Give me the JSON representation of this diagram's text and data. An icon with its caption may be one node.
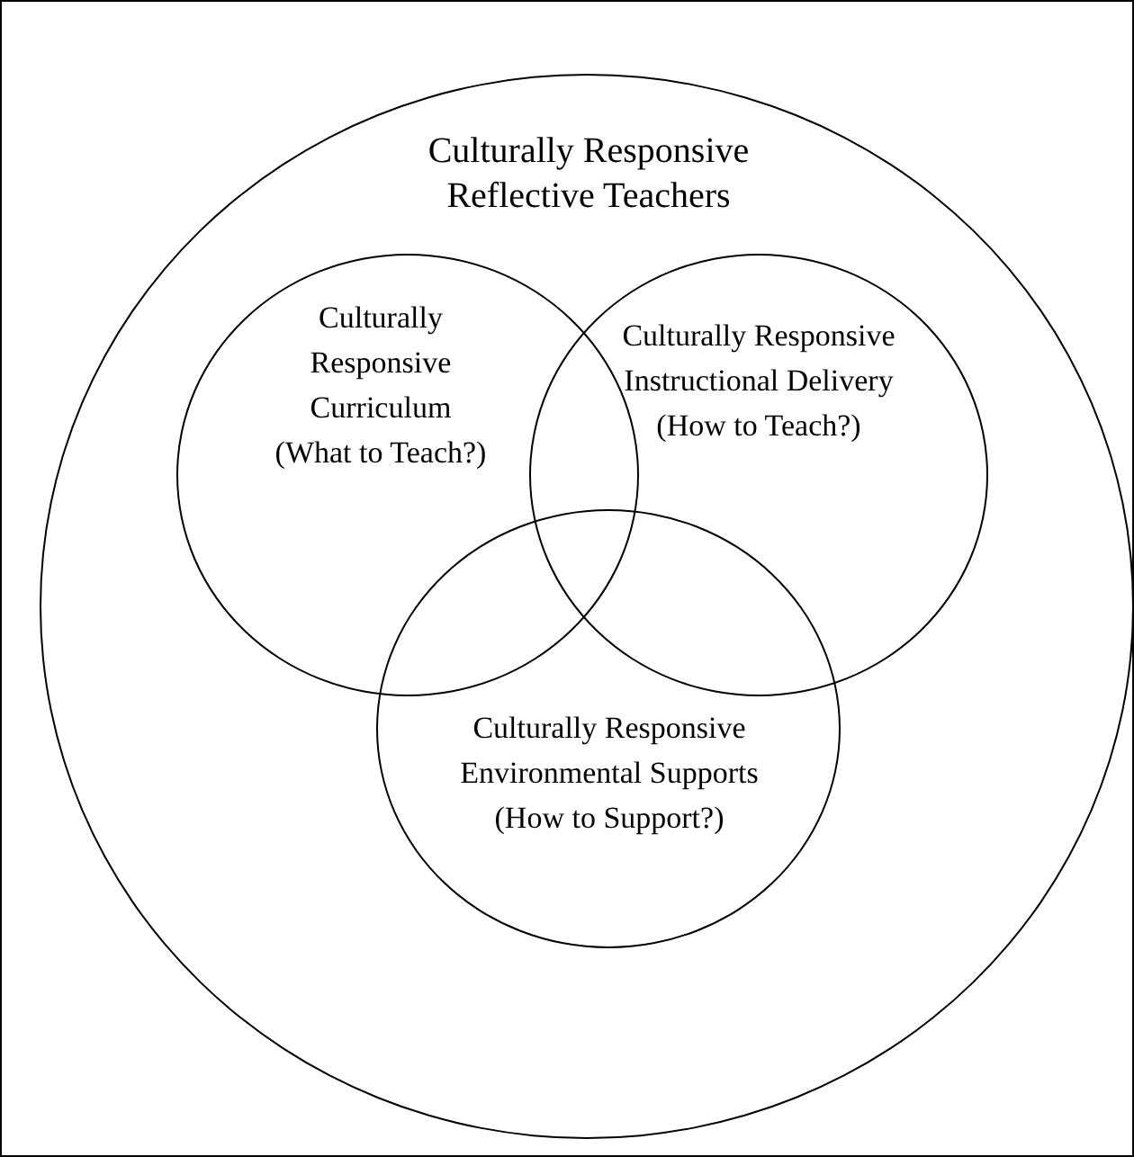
{
  "diagram": {
    "nodes": [
      {
        "text": [
          "Culturally Responsive Reflective Teachers"
        ]
      },
      {
        "text": [
          "Culturally Responsive Curriculum",
          "(What to Teach?)"
        ],
        "in": 0
      },
      {
        "text": [
          "Culturally Responsive Instructional Delivery",
          "(How to Teach?)"
        ],
        "in": 0
      },
      {
        "text": [
          "Culturally Responsive Environmental Supports",
          "(How to Support?)"
        ],
        "in": 0
      }
    ],
    "edges": []
  }
}
